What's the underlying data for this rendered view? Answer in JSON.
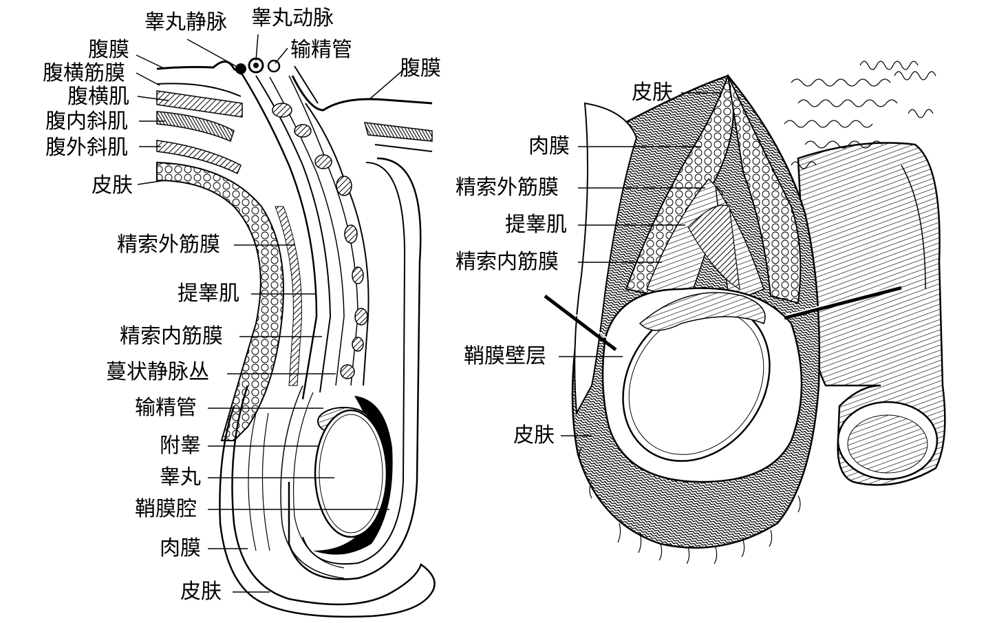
{
  "left_figure": {
    "labels": {
      "testicular_vein": "睾丸静脉",
      "testicular_artery": "睾丸动脉",
      "vas_deferens_top": "输精管",
      "peritoneum_left": "腹膜",
      "peritoneum_right": "腹膜",
      "transversalis_fascia": "腹横筋膜",
      "transversus": "腹横肌",
      "internal_oblique": "腹内斜肌",
      "external_oblique": "腹外斜肌",
      "skin_top": "皮肤",
      "ext_spermatic_fascia": "精索外筋膜",
      "cremaster": "提睾肌",
      "int_spermatic_fascia": "精索内筋膜",
      "pampiniform": "蔓状静脉丛",
      "vas_deferens": "输精管",
      "epididymis": "附睾",
      "testis": "睾丸",
      "vaginal_cavity": "鞘膜腔",
      "dartos": "肉膜",
      "skin_bottom": "皮肤"
    }
  },
  "right_figure": {
    "labels": {
      "skin_top": "皮肤",
      "dartos": "肉膜",
      "ext_spermatic_fascia": "精索外筋膜",
      "cremaster": "提睾肌",
      "int_spermatic_fascia": "精索内筋膜",
      "parietal_layer": "鞘膜壁层",
      "skin_bottom": "皮肤"
    }
  }
}
